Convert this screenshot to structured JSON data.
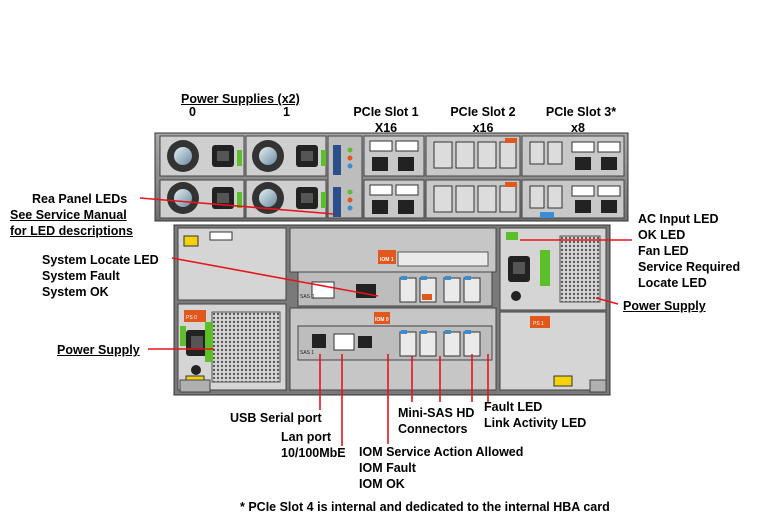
{
  "header": {
    "power_supplies_title": "Power Supplies (x2)",
    "psu_0": "0",
    "psu_1": "1",
    "pcie_slot_1": "PCIe Slot 1",
    "pcie_slot_1_width": "X16",
    "pcie_slot_2": "PCIe Slot 2",
    "pcie_slot_2_width": "x16",
    "pcie_slot_3": "PCIe Slot 3*",
    "pcie_slot_3_width": "x8"
  },
  "left_labels": {
    "rear_panel_leds": "Rea Panel LEDs",
    "see_service_manual": "See Service Manual",
    "for_led_descriptions": "for LED descriptions",
    "system_locate_led": "System Locate LED",
    "system_fault": "System Fault",
    "system_ok": "System OK",
    "power_supply": "Power Supply"
  },
  "right_labels": {
    "ac_input_led": "AC Input LED",
    "ok_led": "OK LED",
    "fan_led": "Fan LED",
    "service_required": "Service Required",
    "locate_led": "Locate LED",
    "power_supply": "Power Supply"
  },
  "bottom_labels": {
    "usb_serial_port": "USB Serial port",
    "lan_port": "Lan port",
    "lan_port_speed": "10/100MbE",
    "mini_sas_hd": "Mini-SAS HD",
    "connectors": "Connectors",
    "fault_led": "Fault LED",
    "link_activity_led": "Link Activity LED",
    "iom_service_action_allowed": "IOM Service Action Allowed",
    "iom_fault": "IOM Fault",
    "iom_ok": "IOM OK"
  },
  "footnote": "* PCIe Slot 4 is internal and dedicated to the internal HBA card",
  "hardware": {
    "iom_1_tag": "IOM 1",
    "iom_0_tag": "IOM 0",
    "sas_0": "SAS 0",
    "sas_1": "SAS 1",
    "ps_0_tag": "PS 0",
    "ps_1_tag": "PS 1"
  },
  "colors": {
    "callout_line": "#e8141b",
    "chassis": "#8c8c8c",
    "module_light": "#c9c9c9",
    "accent_orange": "#e2571c",
    "accent_blue": "#3a8fd4",
    "latch_green": "#5cbf2a"
  }
}
